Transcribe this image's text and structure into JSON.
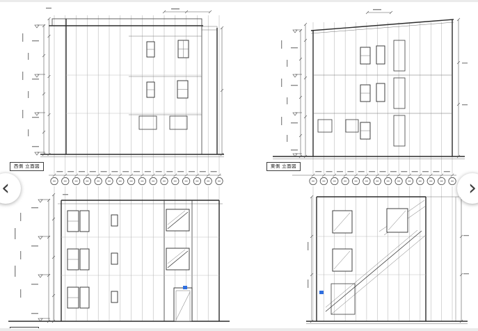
{
  "viewer": {
    "prev_label": "‹",
    "next_label": "›"
  },
  "sheet": {
    "captions": {
      "west": "西側 立面図",
      "east": "東側 立面図"
    },
    "panels": [
      {
        "id": "west-elevation",
        "position": "top-left"
      },
      {
        "id": "east-elevation",
        "position": "top-right"
      },
      {
        "id": "lower-left-elevation",
        "position": "bottom-left"
      },
      {
        "id": "lower-right-elevation",
        "position": "bottom-right"
      }
    ]
  },
  "colors": {
    "paper": "#ffffff",
    "line": "#2b2b2b",
    "chrome": "#ebebeb",
    "marker_blue": "#2f6fe0"
  }
}
